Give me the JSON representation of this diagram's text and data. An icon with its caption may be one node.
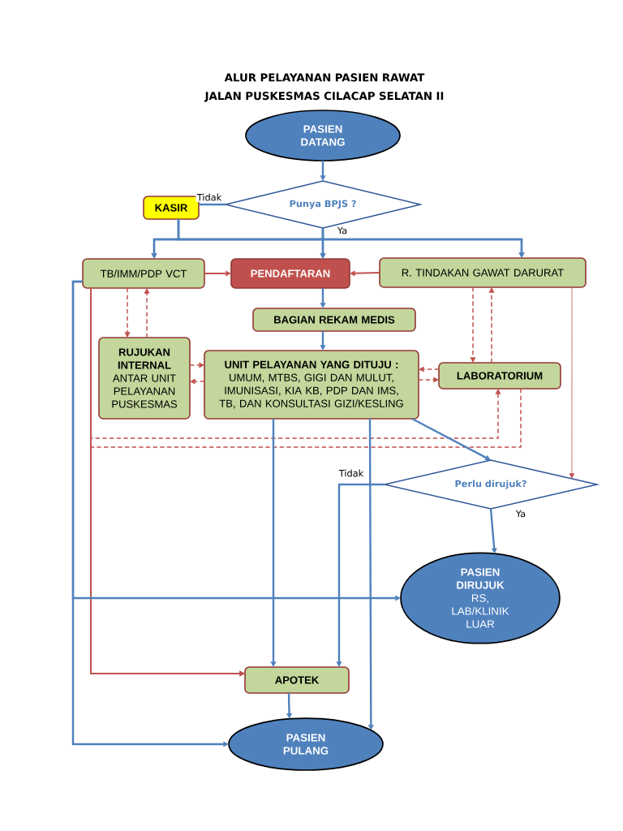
{
  "diagram": {
    "title": "ALUR PELAYANAN PASIEN RAWAT JALAN PUSKESMAS CILACAP SELATAN II",
    "nodes": [
      {
        "text": [
          "PASIEN DATANG"
        ]
      },
      {
        "text": [
          "Punya BPJS ?"
        ]
      },
      {
        "text": [
          "KASIR"
        ]
      },
      {
        "text": [
          "TB/IMM/PDP VCT"
        ]
      },
      {
        "text": [
          "PENDAFTARAN"
        ]
      },
      {
        "text": [
          "R. TINDAKAN GAWAT DARURAT"
        ]
      },
      {
        "text": [
          "BAGIAN REKAM MEDIS"
        ]
      },
      {
        "text": [
          "RUJUKAN INTERNAL",
          "ANTAR UNIT PELAYANAN PUSKESMAS"
        ]
      },
      {
        "text": [
          "UNIT PELAYANAN YANG DITUJU :",
          "UMUM, MTBS, GIGI DAN MULUT, IMUNISASI, KIA KB, PDP DAN IMS, TB, DAN KONSULTASI GIZI/KESLING"
        ]
      },
      {
        "text": [
          "LABORATORIUM"
        ]
      },
      {
        "text": [
          "Perlu dirujuk?"
        ]
      },
      {
        "text": [
          "PASIEN DIRUJUK",
          "RS, LAB/KLINIK LUAR"
        ]
      },
      {
        "text": [
          "APOTEK"
        ]
      },
      {
        "text": [
          "PASIEN PULANG"
        ]
      }
    ],
    "edges": [
      {
        "from": 0,
        "to": 1,
        "arrow": "to"
      },
      {
        "from": 1,
        "to": 2,
        "arrow": "none",
        "label": "Tidak"
      },
      {
        "from": 1,
        "to": 3,
        "arrow": "to"
      },
      {
        "from": 1,
        "to": 4,
        "arrow": "to",
        "label": "Ya"
      },
      {
        "from": 1,
        "to": 5,
        "arrow": "to"
      },
      {
        "from": 2,
        "to": 3,
        "arrow": "to"
      },
      {
        "from": 2,
        "to": 4,
        "arrow": "to"
      },
      {
        "from": 2,
        "to": 5,
        "arrow": "to"
      },
      {
        "from": 3,
        "to": 4,
        "arrow": "to",
        "color": "#c0504d"
      },
      {
        "from": 5,
        "to": 4,
        "arrow": "to",
        "color": "#c0504d"
      },
      {
        "from": 4,
        "to": 6,
        "arrow": "to"
      },
      {
        "from": 6,
        "to": 8,
        "arrow": "to"
      },
      {
        "from": 3,
        "to": 7,
        "arrow": "to",
        "style": "dashed",
        "color": "#c0504d"
      },
      {
        "from": 7,
        "to": 3,
        "arrow": "to",
        "style": "dashed",
        "color": "#c0504d"
      },
      {
        "from": 7,
        "to": 8,
        "arrow": "to",
        "style": "dashed",
        "color": "#c0504d"
      },
      {
        "from": 8,
        "to": 7,
        "arrow": "to",
        "style": "dashed",
        "color": "#c0504d"
      },
      {
        "from": 9,
        "to": 8,
        "arrow": "to",
        "style": "dashed",
        "color": "#c0504d"
      },
      {
        "from": 8,
        "to": 9,
        "arrow": "to",
        "style": "dashed",
        "color": "#c0504d"
      },
      {
        "from": 5,
        "to": 9,
        "arrow": "to",
        "style": "dashed",
        "color": "#c0504d"
      },
      {
        "from": 9,
        "to": 5,
        "arrow": "to",
        "style": "dashed",
        "color": "#c0504d"
      },
      {
        "from": 3,
        "to": 9,
        "arrow": "to",
        "style": "dashed",
        "color": "#c0504d"
      },
      {
        "from": 9,
        "to": 12,
        "arrow": "to",
        "style": "dashed",
        "color": "#c0504d"
      },
      {
        "from": 3,
        "to": 12,
        "arrow": "to",
        "color": "#c0504d"
      },
      {
        "from": 3,
        "to": 11,
        "arrow": "to"
      },
      {
        "from": 3,
        "to": 13,
        "arrow": "to"
      },
      {
        "from": 5,
        "to": 10,
        "arrow": "to",
        "color": "#c0504d"
      },
      {
        "from": 8,
        "to": 10,
        "arrow": "to"
      },
      {
        "from": 8,
        "to": 12,
        "arrow": "to"
      },
      {
        "from": 8,
        "to": 13,
        "arrow": "to"
      },
      {
        "from": 10,
        "to": 12,
        "arrow": "to",
        "label": "Tidak"
      },
      {
        "from": 10,
        "to": 11,
        "arrow": "to",
        "label": "Ya"
      },
      {
        "from": 12,
        "to": 13,
        "arrow": "to"
      }
    ]
  }
}
